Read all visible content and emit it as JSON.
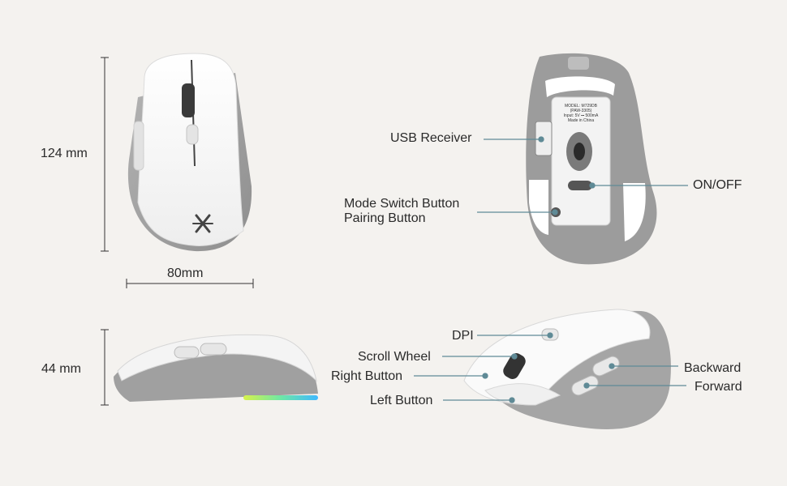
{
  "dimensions": {
    "height_top": "124 mm",
    "width": "80mm",
    "height_side": "44 mm"
  },
  "callouts": {
    "usb_receiver": "USB Receiver",
    "on_off": "ON/OFF",
    "mode_switch": "Mode Switch Button",
    "pairing": "Pairing Button",
    "dpi": "DPI",
    "scroll_wheel": "Scroll Wheel",
    "right_button": "Right Button",
    "left_button": "Left Button",
    "backward": "Backward",
    "forward": "Forward"
  },
  "bottom_label": {
    "model": "MODEL: M729DB",
    "part": "(PAW-3305)",
    "input": "Input: 5V ⎓ 500mA",
    "origin": "Made in China"
  },
  "colors": {
    "background": "#f4f2ef",
    "shell_white": "#f7f7f7",
    "shell_grey": "#9c9c9c",
    "callout_line": "#5f8a96",
    "text": "#2a2a2a"
  }
}
